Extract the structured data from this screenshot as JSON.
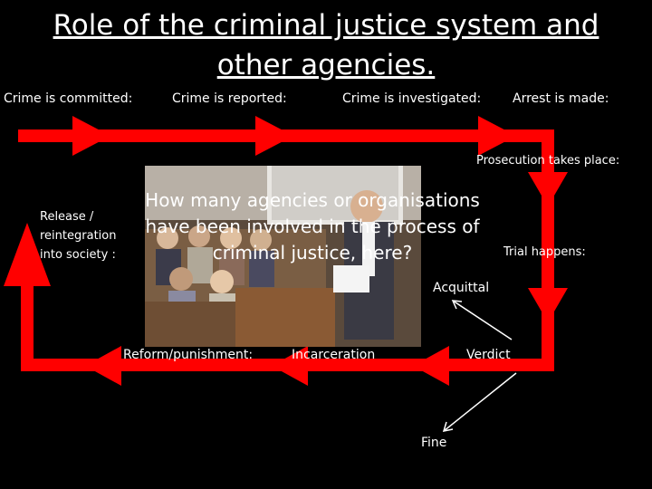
{
  "title": "Role of the criminal justice system and other agencies.",
  "steps": {
    "committed": "Crime is committed:",
    "reported": "Crime is reported:",
    "investigated": "Crime is investigated:",
    "arrest": "Arrest is made:",
    "prosecution": "Prosecution takes place:",
    "trial": "Trial happens:",
    "acquittal": "Acquittal",
    "verdict": "Verdict",
    "fine": "Fine",
    "incarceration": "Incarceration",
    "reform": "Reform/punishment:",
    "release": "Release / reintegration into society :"
  },
  "question": "How many agencies or organisations have been involved in the process of criminal justice, here?",
  "colors": {
    "arrow": "#ff0000",
    "background": "#000000",
    "text": "#ffffff"
  }
}
